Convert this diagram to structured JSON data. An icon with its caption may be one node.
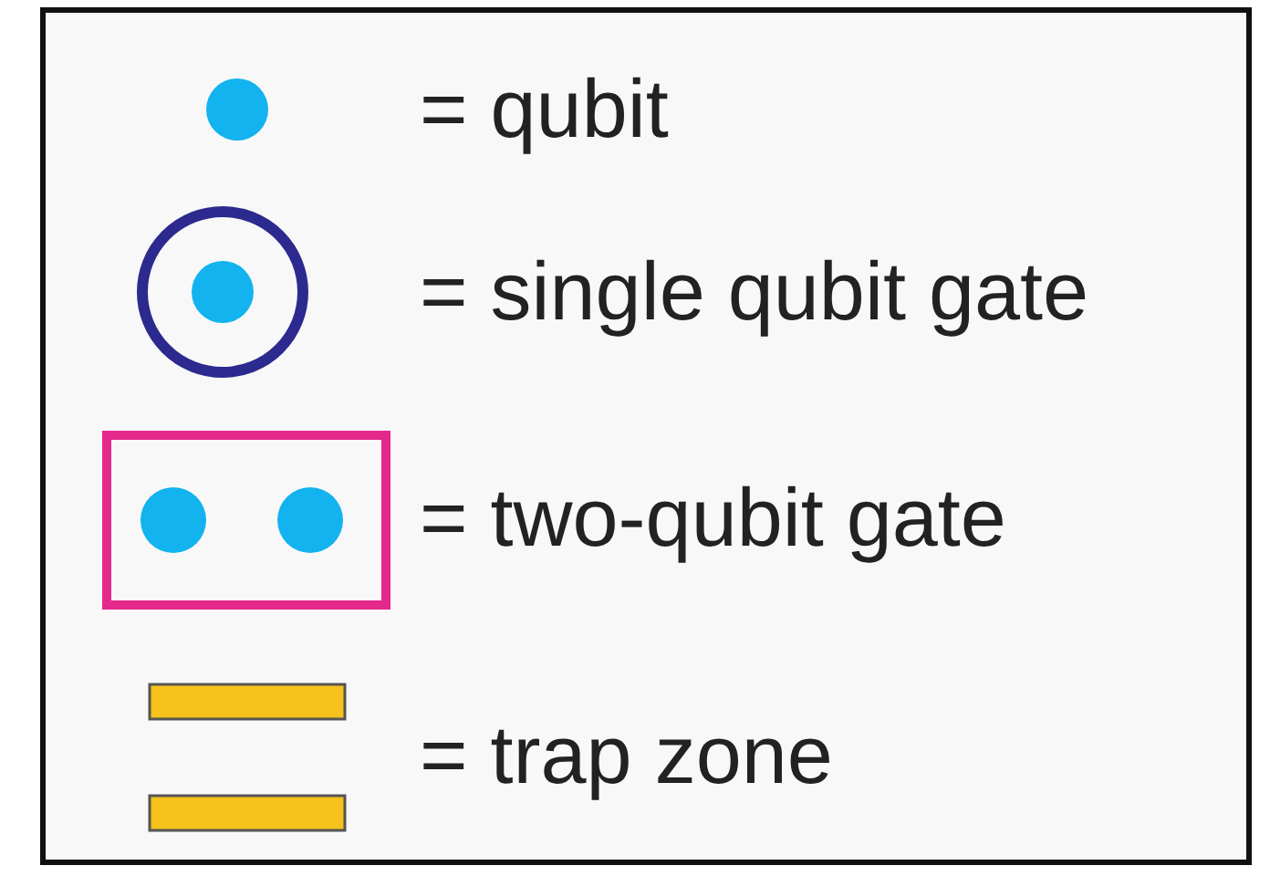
{
  "diagram": {
    "legend": [
      {
        "text": "= qubit"
      },
      {
        "text": "= single qubit gate"
      },
      {
        "text": "= two-qubit gate"
      },
      {
        "text": "= trap zone"
      }
    ]
  }
}
